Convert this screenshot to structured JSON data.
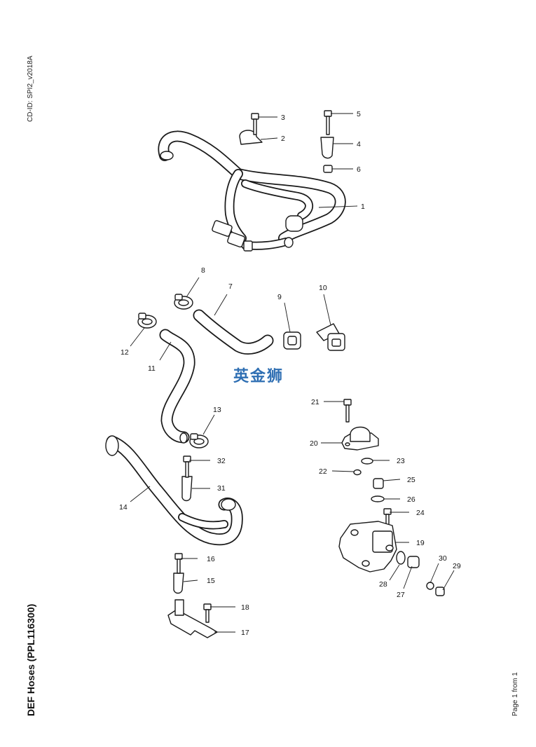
{
  "header": {
    "cd_id": "CD-ID: SPI2_v2018A"
  },
  "footer": {
    "title": "DEF Hoses (PPL116300)",
    "page": "Page 1 from 1"
  },
  "watermark": {
    "text": "英金狮",
    "color": "#2f6fb3"
  },
  "callouts": [
    "1",
    "2",
    "3",
    "4",
    "5",
    "6",
    "7",
    "8",
    "9",
    "10",
    "11",
    "12",
    "13",
    "14",
    "15",
    "16",
    "17",
    "18",
    "19",
    "20",
    "21",
    "22",
    "23",
    "24",
    "25",
    "26",
    "27",
    "28",
    "29",
    "30",
    "31",
    "32"
  ]
}
